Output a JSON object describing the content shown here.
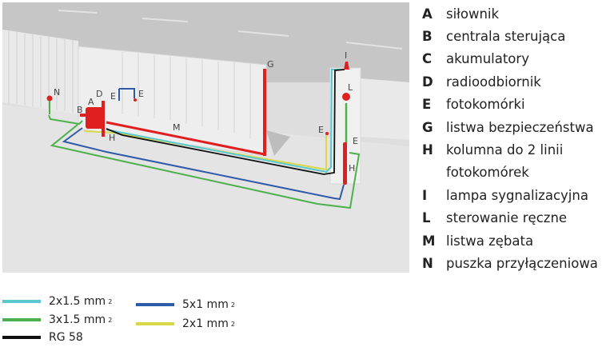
{
  "scene_labels": {
    "A": "A",
    "B": "B",
    "D": "D",
    "E": "E",
    "G": "G",
    "H": "H",
    "I": "I",
    "L": "L",
    "M": "M",
    "N": "N"
  },
  "items": [
    {
      "key": "A",
      "label": "siłownik"
    },
    {
      "key": "B",
      "label": "centrala sterująca"
    },
    {
      "key": "C",
      "label": "akumulatory"
    },
    {
      "key": "D",
      "label": "radioodbiornik"
    },
    {
      "key": "E",
      "label": "fotokomórki"
    },
    {
      "key": "G",
      "label": "listwa bezpieczeństwa"
    },
    {
      "key": "H",
      "label": "kolumna do 2 linii"
    },
    {
      "key": "",
      "label": "fotokomórek"
    },
    {
      "key": "I",
      "label": "lampa sygnalizacyjna"
    },
    {
      "key": "L",
      "label": "sterowanie ręczne"
    },
    {
      "key": "M",
      "label": "listwa zębata"
    },
    {
      "key": "N",
      "label": "puszka przyłączeniowa"
    }
  ],
  "cable_legend": [
    {
      "label": "2x1.5 mm",
      "sup": "2",
      "color": "#5bc8d0"
    },
    {
      "label": "3x1.5 mm",
      "sup": "2",
      "color": "#4cb04c"
    },
    {
      "label": "RG 58",
      "sup": "",
      "color": "#111111"
    },
    {
      "label": "5x1 mm",
      "sup": "2",
      "color": "#2f5aa8"
    },
    {
      "label": "2x1 mm",
      "sup": "2",
      "color": "#d8d84a"
    }
  ],
  "colors": {
    "device": "#e02020"
  }
}
